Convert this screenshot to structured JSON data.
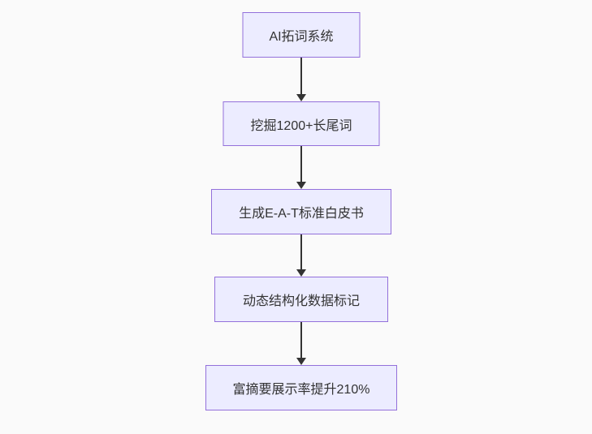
{
  "colors": {
    "background": "#fafafa",
    "node_fill": "#ECECFF",
    "node_border": "#9370DB",
    "arrow_color": "#333333",
    "text_color": "#333333"
  },
  "flowchart": {
    "type": "flowchart",
    "direction": "top-down",
    "nodes": [
      {
        "id": "n1",
        "label": "AI拓词系统"
      },
      {
        "id": "n2",
        "label": "挖掘1200+长尾词"
      },
      {
        "id": "n3",
        "label": "生成E-A-T标准白皮书"
      },
      {
        "id": "n4",
        "label": "动态结构化数据标记"
      },
      {
        "id": "n5",
        "label": "富摘要展示率提升210%"
      }
    ],
    "edges": [
      {
        "from": "n1",
        "to": "n2"
      },
      {
        "from": "n2",
        "to": "n3"
      },
      {
        "from": "n3",
        "to": "n4"
      },
      {
        "from": "n4",
        "to": "n5"
      }
    ]
  }
}
